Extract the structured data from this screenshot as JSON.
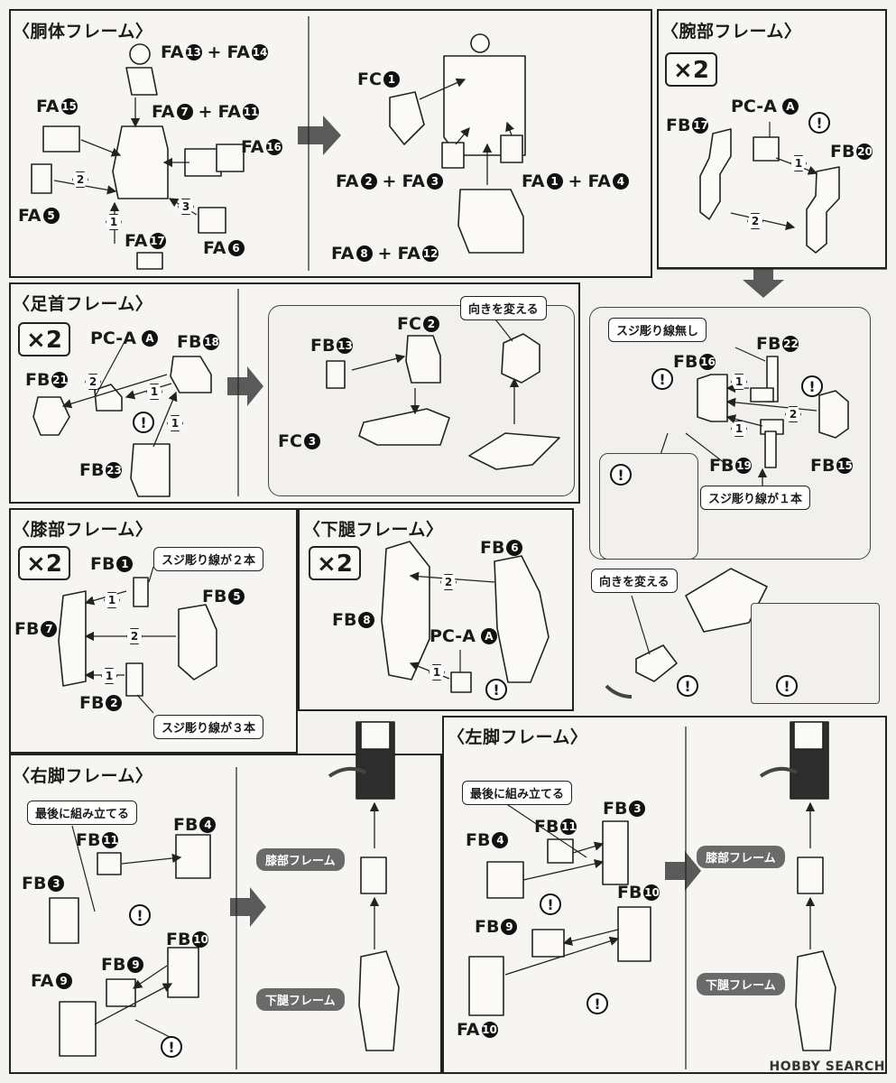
{
  "sections": {
    "torso": {
      "title": "〈胴体フレーム〉"
    },
    "arm": {
      "title": "〈腕部フレーム〉",
      "count": "×2"
    },
    "ankle": {
      "title": "〈足首フレーム〉",
      "count": "×2"
    },
    "knee": {
      "title": "〈膝部フレーム〉",
      "count": "×2"
    },
    "lowerleg": {
      "title": "〈下腿フレーム〉",
      "count": "×2"
    },
    "rightleg": {
      "title": "〈右脚フレーム〉"
    },
    "leftleg": {
      "title": "〈左脚フレーム〉"
    }
  },
  "torso": {
    "labels": {
      "fa13_14": {
        "a": "FA",
        "n1": "13",
        "plus": "+",
        "b": "FA",
        "n2": "14"
      },
      "fa15": {
        "a": "FA",
        "n1": "15"
      },
      "fa7_11": {
        "a": "FA",
        "n1": "7",
        "plus": "+",
        "b": "FA",
        "n2": "11"
      },
      "fa16": {
        "a": "FA",
        "n1": "16"
      },
      "fa5": {
        "a": "FA",
        "n1": "5"
      },
      "fa17": {
        "a": "FA",
        "n1": "17"
      },
      "fa6": {
        "a": "FA",
        "n1": "6"
      },
      "fc1": {
        "a": "FC",
        "n1": "1"
      },
      "fa2_3": {
        "a": "FA",
        "n1": "2",
        "plus": "+",
        "b": "FA",
        "n2": "3"
      },
      "fa1_4": {
        "a": "FA",
        "n1": "1",
        "plus": "+",
        "b": "FA",
        "n2": "4"
      },
      "fa8_12": {
        "a": "FA",
        "n1": "8",
        "plus": "+",
        "b": "FA",
        "n2": "12"
      }
    },
    "steps": [
      "2",
      "3",
      "1"
    ]
  },
  "arm": {
    "labels": {
      "fb17": {
        "a": "FB",
        "n1": "17"
      },
      "pca": {
        "a": "PC-A",
        "n1": "A"
      },
      "fb20": {
        "a": "FB",
        "n1": "20"
      },
      "fb22": {
        "a": "FB",
        "n1": "22"
      },
      "fb16": {
        "a": "FB",
        "n1": "16"
      },
      "fb19": {
        "a": "FB",
        "n1": "19"
      },
      "fb15": {
        "a": "FB",
        "n1": "15"
      }
    },
    "notes": {
      "no_line": "スジ彫り線無し",
      "one_line": "スジ彫り線が１本",
      "turn": "向きを変える"
    },
    "steps": [
      "1",
      "2",
      "1",
      "2",
      "1"
    ]
  },
  "ankle": {
    "labels": {
      "pca": {
        "a": "PC-A",
        "n1": "A"
      },
      "fb18": {
        "a": "FB",
        "n1": "18"
      },
      "fb21": {
        "a": "FB",
        "n1": "21"
      },
      "fb23": {
        "a": "FB",
        "n1": "23"
      },
      "fb13": {
        "a": "FB",
        "n1": "13"
      },
      "fc2": {
        "a": "FC",
        "n1": "2"
      },
      "fc3": {
        "a": "FC",
        "n1": "3"
      }
    },
    "notes": {
      "turn": "向きを変える"
    },
    "steps": [
      "2",
      "1",
      "1"
    ]
  },
  "knee": {
    "labels": {
      "fb1": {
        "a": "FB",
        "n1": "1"
      },
      "fb5": {
        "a": "FB",
        "n1": "5"
      },
      "fb7": {
        "a": "FB",
        "n1": "7"
      },
      "fb2": {
        "a": "FB",
        "n1": "2"
      }
    },
    "notes": {
      "two_lines": "スジ彫り線が２本",
      "three_lines": "スジ彫り線が３本"
    },
    "steps": [
      "1",
      "2",
      "1"
    ]
  },
  "lowerleg": {
    "labels": {
      "fb6": {
        "a": "FB",
        "n1": "6"
      },
      "fb8": {
        "a": "FB",
        "n1": "8"
      },
      "pca": {
        "a": "PC-A",
        "n1": "A"
      }
    },
    "steps": [
      "2",
      "1"
    ]
  },
  "rightleg": {
    "labels": {
      "fb4": {
        "a": "FB",
        "n1": "4"
      },
      "fb11": {
        "a": "FB",
        "n1": "11"
      },
      "fb3": {
        "a": "FB",
        "n1": "3"
      },
      "fb10": {
        "a": "FB",
        "n1": "10"
      },
      "fb9": {
        "a": "FB",
        "n1": "9"
      },
      "fa9": {
        "a": "FA",
        "n1": "9"
      }
    },
    "notes": {
      "last": "最後に組み立てる"
    },
    "tags": {
      "knee": "膝部フレーム",
      "lower": "下腿フレーム"
    }
  },
  "leftleg": {
    "labels": {
      "fb4": {
        "a": "FB",
        "n1": "4"
      },
      "fb11": {
        "a": "FB",
        "n1": "11"
      },
      "fb3": {
        "a": "FB",
        "n1": "3"
      },
      "fb10": {
        "a": "FB",
        "n1": "10"
      },
      "fb9": {
        "a": "FB",
        "n1": "9"
      },
      "fa10": {
        "a": "FA",
        "n1": "10"
      }
    },
    "notes": {
      "last": "最後に組み立てる"
    },
    "tags": {
      "knee": "膝部フレーム",
      "lower": "下腿フレーム"
    }
  },
  "watermark": "HOBBY SEARCH",
  "colors": {
    "ink": "#1a1a1a",
    "paper": "#f4f2ee",
    "arrow": "#555555",
    "tag": "#6a6a6a"
  }
}
